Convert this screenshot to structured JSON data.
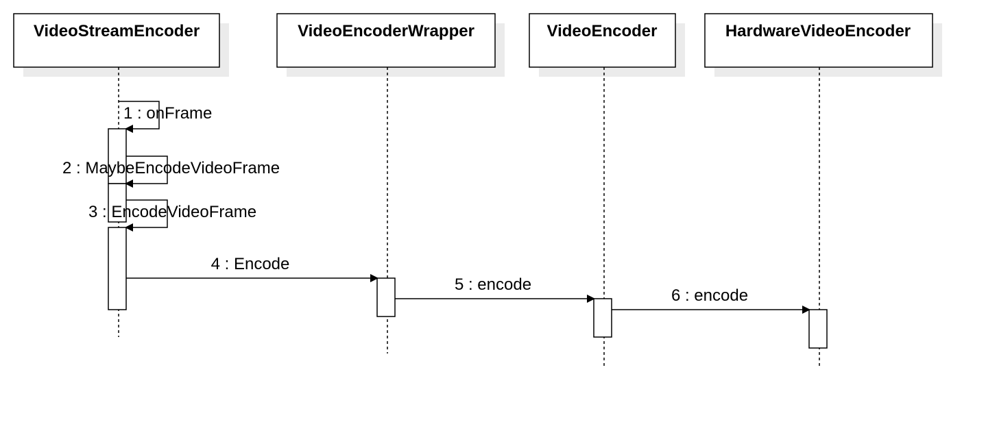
{
  "diagram": {
    "type": "sequence",
    "colors": {
      "stroke": "#000000",
      "fill": "#ffffff",
      "shadow": "#ebebeb"
    },
    "lifelines": [
      {
        "id": "vse",
        "name": "VideoStreamEncoder"
      },
      {
        "id": "vew",
        "name": "VideoEncoderWrapper"
      },
      {
        "id": "ve",
        "name": "VideoEncoder"
      },
      {
        "id": "hve",
        "name": "HardwareVideoEncoder"
      }
    ],
    "messages": [
      {
        "index": 1,
        "label": "1 : onFrame",
        "from": "vse",
        "to": "vse",
        "kind": "self"
      },
      {
        "index": 2,
        "label": "2 : MaybeEncodeVideoFrame",
        "from": "vse",
        "to": "vse",
        "kind": "self"
      },
      {
        "index": 3,
        "label": "3 : EncodeVideoFrame",
        "from": "vse",
        "to": "vse",
        "kind": "self"
      },
      {
        "index": 4,
        "label": "4 : Encode",
        "from": "vse",
        "to": "vew",
        "kind": "call"
      },
      {
        "index": 5,
        "label": "5 : encode",
        "from": "vew",
        "to": "ve",
        "kind": "call"
      },
      {
        "index": 6,
        "label": "6 : encode",
        "from": "ve",
        "to": "hve",
        "kind": "call"
      }
    ]
  }
}
